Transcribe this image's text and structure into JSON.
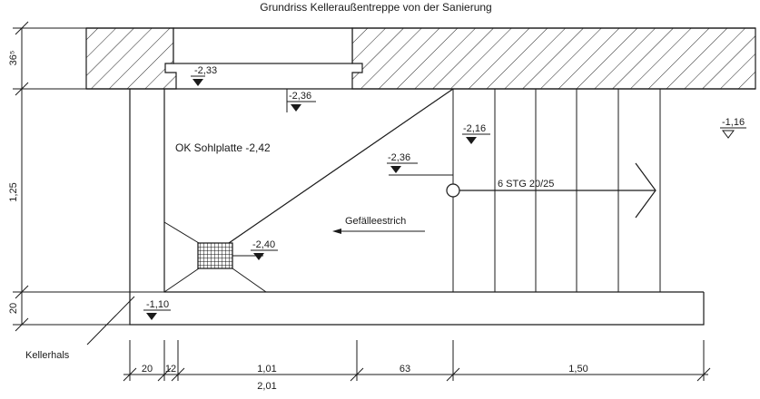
{
  "title": "Grundriss Kelleraußentreppe von der Sanierung",
  "levels": {
    "l1": "-2,33",
    "l2": "-2,36",
    "l3": "-2,16",
    "l4": "-1,16",
    "l5": "-2,36",
    "l6": "-2,40",
    "l7": "-1,10"
  },
  "labels": {
    "slab": "OK Sohlplatte -2,42",
    "screed": "Gefälleestrich",
    "stairs": "6 STG 20/25",
    "kellerhals": "Kellerhals"
  },
  "dims_h": {
    "d20": "20",
    "d12": "12",
    "d101": "1,01",
    "d201": "2,01",
    "d63": "63",
    "d150": "1,50"
  },
  "dims_v": {
    "d365": "36⁵",
    "d125": "1,25",
    "d20v": "20"
  }
}
